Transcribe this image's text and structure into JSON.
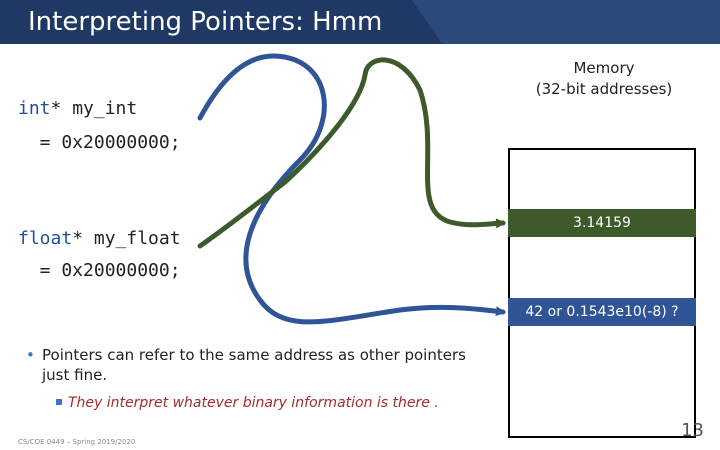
{
  "slide": {
    "title": "Interpreting Pointers: Hmm",
    "code_int": {
      "type_kw": "int",
      "rest_line1": "* my_int",
      "line2": "  = 0x20000000;"
    },
    "code_float": {
      "type_kw": "float",
      "rest_line1": "* my_float",
      "line2": "  = 0x20000000;"
    },
    "memory": {
      "caption_line1": "Memory",
      "caption_line2": "(32-bit addresses)",
      "cell_float_value": "3.14159",
      "cell_int_value": "42 or 0.1543e10(-8) ?"
    },
    "bullet": "Pointers can refer to the same address as other pointers just fine.",
    "subbullet": "They interpret whatever binary information is there .",
    "footer": "CS/COE 0449 – Spring 2019/2020",
    "page_number": "13"
  },
  "colors": {
    "title_bar": "#1f3864",
    "float_cell": "#3d5a2a",
    "int_cell": "#2f5597",
    "int_arrow": "#2f5597",
    "float_arrow": "#3d5a2a",
    "subbullet_text": "#a52a2a"
  }
}
